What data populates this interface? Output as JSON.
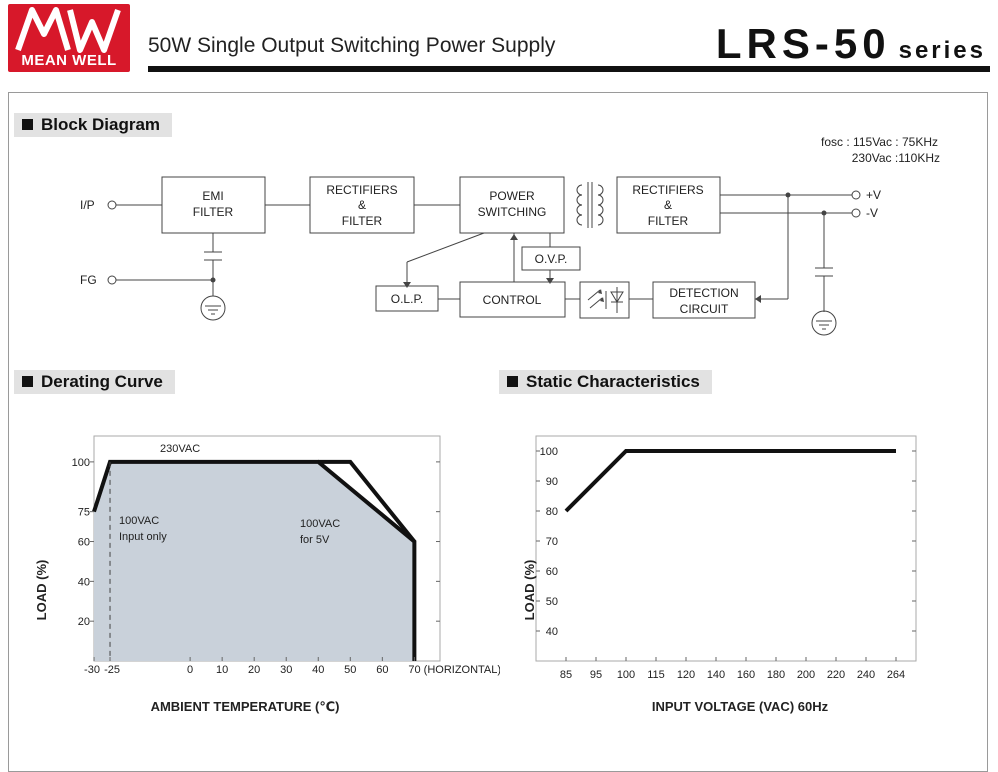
{
  "header": {
    "logo_text": "MEAN WELL",
    "subtitle": "50W Single Output Switching Power Supply",
    "model": "LRS-50",
    "series_label": "series"
  },
  "block_diagram": {
    "heading": "Block Diagram",
    "fosc_line1": "fosc : 115Vac : 75KHz",
    "fosc_line2": "230Vac :110KHz",
    "ip_label": "I/P",
    "fg_label": "FG",
    "vplus_label": "+V",
    "vminus_label": "-V",
    "emi": [
      "EMI",
      "FILTER"
    ],
    "rect1": [
      "RECTIFIERS",
      "&",
      "FILTER"
    ],
    "power": [
      "POWER",
      "SWITCHING"
    ],
    "rect2": [
      "RECTIFIERS",
      "&",
      "FILTER"
    ],
    "ovp": "O.V.P.",
    "olp": "O.L.P.",
    "control": "CONTROL",
    "detection": [
      "DETECTION",
      "CIRCUIT"
    ]
  },
  "derating": {
    "heading": "Derating Curve",
    "annot_230": "230VAC",
    "annot_100a": [
      "100VAC",
      "Input only"
    ],
    "annot_100b": [
      "100VAC",
      "for 5V"
    ]
  },
  "static": {
    "heading": "Static Characteristics"
  },
  "chart_data": [
    {
      "type": "line",
      "xlabel": "AMBIENT TEMPERATURE (℃)",
      "ylabel": "LOAD (%)",
      "x_ticks": [
        "-30",
        "-25",
        "0",
        "10",
        "20",
        "30",
        "40",
        "50",
        "60",
        "70 (HORIZONTAL)"
      ],
      "y_ticks": [
        "20",
        "40",
        "60",
        "75",
        "100"
      ],
      "xlim": [
        -30,
        78
      ],
      "ylim": [
        0,
        113
      ],
      "fill_color": "#c9d1da",
      "series": [
        {
          "x": [
            -30,
            -25,
            40,
            70,
            70
          ],
          "y": [
            75,
            100,
            100,
            60,
            0
          ]
        },
        {
          "x": [
            40,
            50,
            70
          ],
          "y": [
            100,
            100,
            60
          ]
        },
        {
          "x": [
            -25,
            -25
          ],
          "y": [
            100,
            0
          ],
          "dashed": true
        }
      ]
    },
    {
      "type": "line",
      "xlabel": "INPUT VOLTAGE (VAC) 60Hz",
      "ylabel": "LOAD (%)",
      "x_ticks": [
        "85",
        "95",
        "100",
        "115",
        "120",
        "140",
        "160",
        "180",
        "200",
        "220",
        "240",
        "264"
      ],
      "y_ticks": [
        "40",
        "50",
        "60",
        "70",
        "80",
        "90",
        "100"
      ],
      "ylim": [
        30,
        105
      ],
      "series": [
        {
          "x": [
            "85",
            "100",
            "264"
          ],
          "y": [
            80,
            100,
            100
          ]
        }
      ]
    }
  ]
}
